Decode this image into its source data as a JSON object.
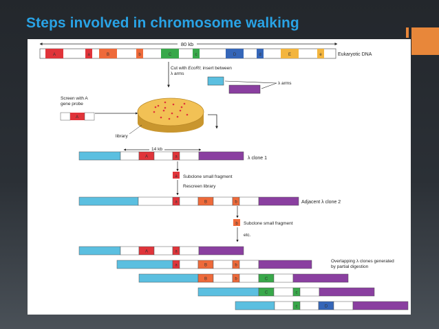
{
  "slide": {
    "title": "Steps involved in chromosome walking"
  },
  "colors": {
    "title": "#29a3e6",
    "accent": "#e8873a",
    "fragment_A": "#e0343a",
    "fragment_a": "#e0343a",
    "fragment_B": "#ee6a3a",
    "fragment_b": "#ee6a3a",
    "fragment_C": "#38a84a",
    "fragment_c": "#38a84a",
    "fragment_D": "#3566b8",
    "fragment_d": "#3566b8",
    "fragment_E": "#f3b53e",
    "fragment_e": "#f3b53e",
    "lambda_arm_left": "#5bbfe0",
    "lambda_arm_right": "#8a3fa0",
    "plate": "#f2c155",
    "colony": "#e0343a"
  },
  "diagram": {
    "top_length_label": "80 kb",
    "dna_label": "Eukaryotic DNA",
    "fragments": [
      "A",
      "a",
      "B",
      "b",
      "C",
      "c",
      "D",
      "d",
      "E",
      "e"
    ],
    "step_cut": "Cut with EcoRI; insert between",
    "step_cut_italic": "EcoRI",
    "step_cut_line2": "λ arms",
    "arms_label": "λ arms",
    "screen_label_line1": "Screen with A",
    "screen_label_line2": "gene probe",
    "probe_fragment": "A",
    "library_label": "library",
    "clone1_length": "14 kb",
    "clone1_label": "λ clone 1",
    "subclone1": "Subclone small fragment",
    "rescreen": "Rescreen library",
    "clone2_label": "Adjacent λ clone 2",
    "subclone2": "Subclone small fragment",
    "etc": "etc.",
    "overlap_line1": "Overlapping λ clones generated",
    "overlap_line2": "by partial digestion"
  }
}
